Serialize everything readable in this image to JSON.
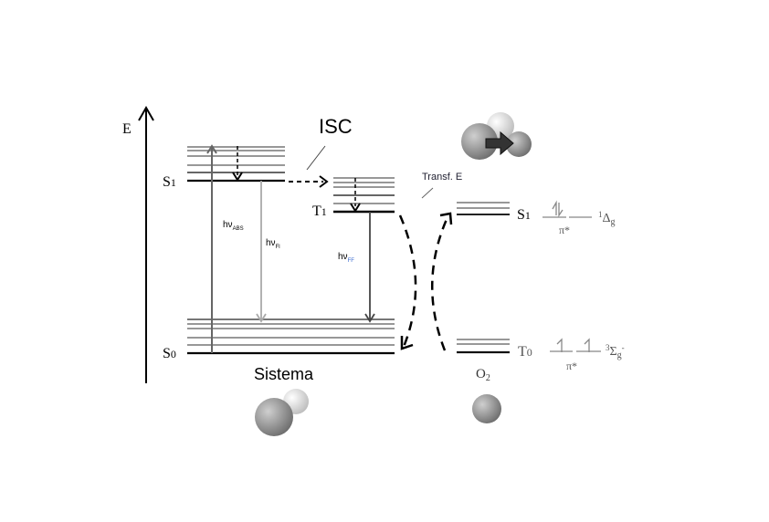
{
  "axis_label": "E",
  "isc_label": "ISC",
  "system": {
    "s1": "S1",
    "t1": "T1",
    "s0": "S0",
    "name": "Sistema",
    "abs": {
      "h": "hν",
      "sub": "ABS"
    },
    "fl": {
      "h": "hν",
      "sub": "Fl"
    },
    "ff": {
      "h": "hν",
      "sub": "FF"
    }
  },
  "transfer_label": "Transf. E",
  "oxygen": {
    "s1": "S1",
    "t0": "T0",
    "name": "O2",
    "pi_star_upper": "π*",
    "pi_star_lower": "π*",
    "delta_term": "1Δg",
    "sigma_term": "3Σg-"
  }
}
